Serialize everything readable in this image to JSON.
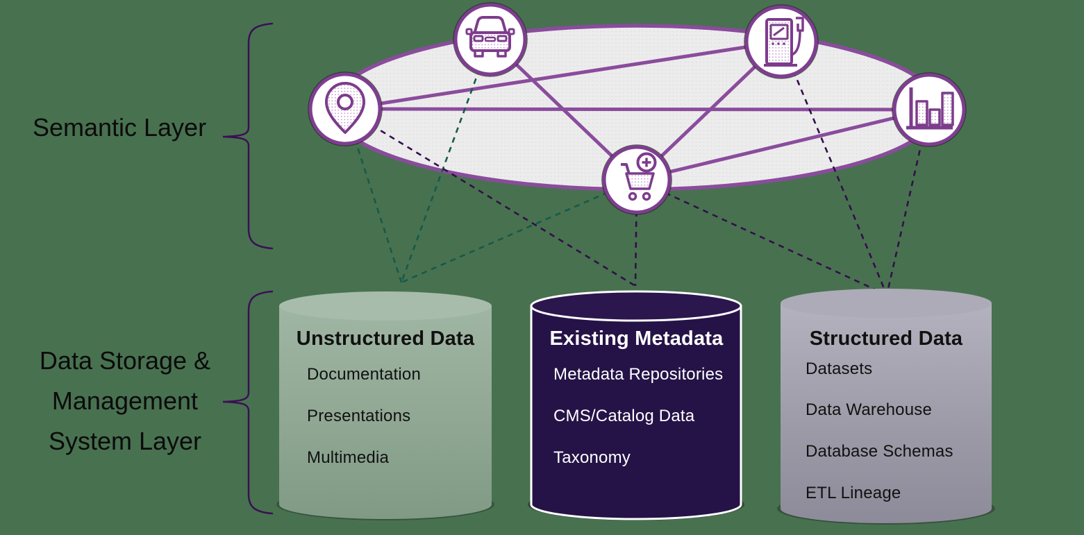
{
  "labels": {
    "semantic": "Semantic Layer",
    "storage": [
      "Data Storage &",
      "Management",
      "System Layer"
    ]
  },
  "semantic_nodes": [
    {
      "icon": "location-pin-icon"
    },
    {
      "icon": "car-icon"
    },
    {
      "icon": "fuel-pump-icon"
    },
    {
      "icon": "bar-chart-icon"
    },
    {
      "icon": "add-to-cart-icon"
    }
  ],
  "ellipse_connections_solid": [
    "location-pin — fuel-pump",
    "location-pin — bar-chart",
    "car — add-to-cart",
    "fuel-pump — add-to-cart",
    "add-to-cart — bar-chart"
  ],
  "storage_links_dashed": {
    "unstructured_data": [
      "location-pin",
      "car",
      "add-to-cart"
    ],
    "existing_metadata": [
      "location-pin",
      "add-to-cart"
    ],
    "structured_data": [
      "add-to-cart",
      "fuel-pump",
      "bar-chart"
    ]
  },
  "cylinders": [
    {
      "title": "Unstructured Data",
      "items": [
        "Documentation",
        "Presentations",
        "Multimedia"
      ],
      "color": "#93AB97"
    },
    {
      "title": "Existing Metadata",
      "items": [
        "Metadata Repositories",
        "CMS/Catalog Data",
        "Taxonomy"
      ],
      "color": "#251347"
    },
    {
      "title": "Structured Data",
      "items": [
        "Datasets",
        "Data Warehouse",
        "Database Schemas",
        "ETL Lineage"
      ],
      "color": "#A19FAC"
    }
  ],
  "colors": {
    "background": "#487150",
    "ellipse_fill": "#EDECED",
    "accent_purple": "#8A4C9C",
    "icon_purple": "#7D3C8C",
    "dashed_green": "#155A4A",
    "dashed_dark_purple": "#321048",
    "brace_purple": "#3B1053",
    "text_black": "#0B0B0B",
    "text_white": "#FFFFFF"
  }
}
